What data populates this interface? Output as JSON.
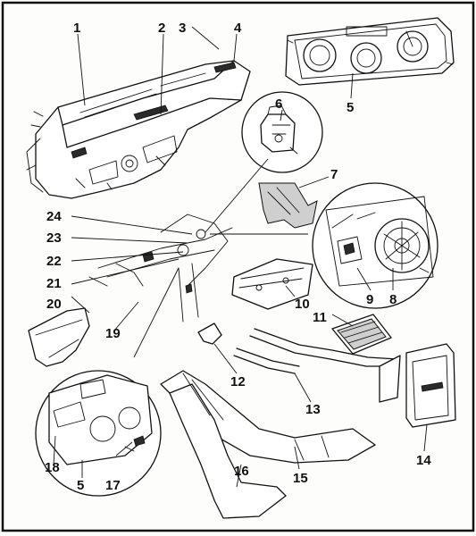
{
  "diagram": {
    "labels": [
      "1",
      "2",
      "3",
      "4",
      "5",
      "6",
      "7",
      "8",
      "9",
      "10",
      "11",
      "12",
      "13",
      "14",
      "15",
      "16",
      "17",
      "18",
      "19",
      "20",
      "21",
      "22",
      "23",
      "24",
      "5"
    ]
  }
}
